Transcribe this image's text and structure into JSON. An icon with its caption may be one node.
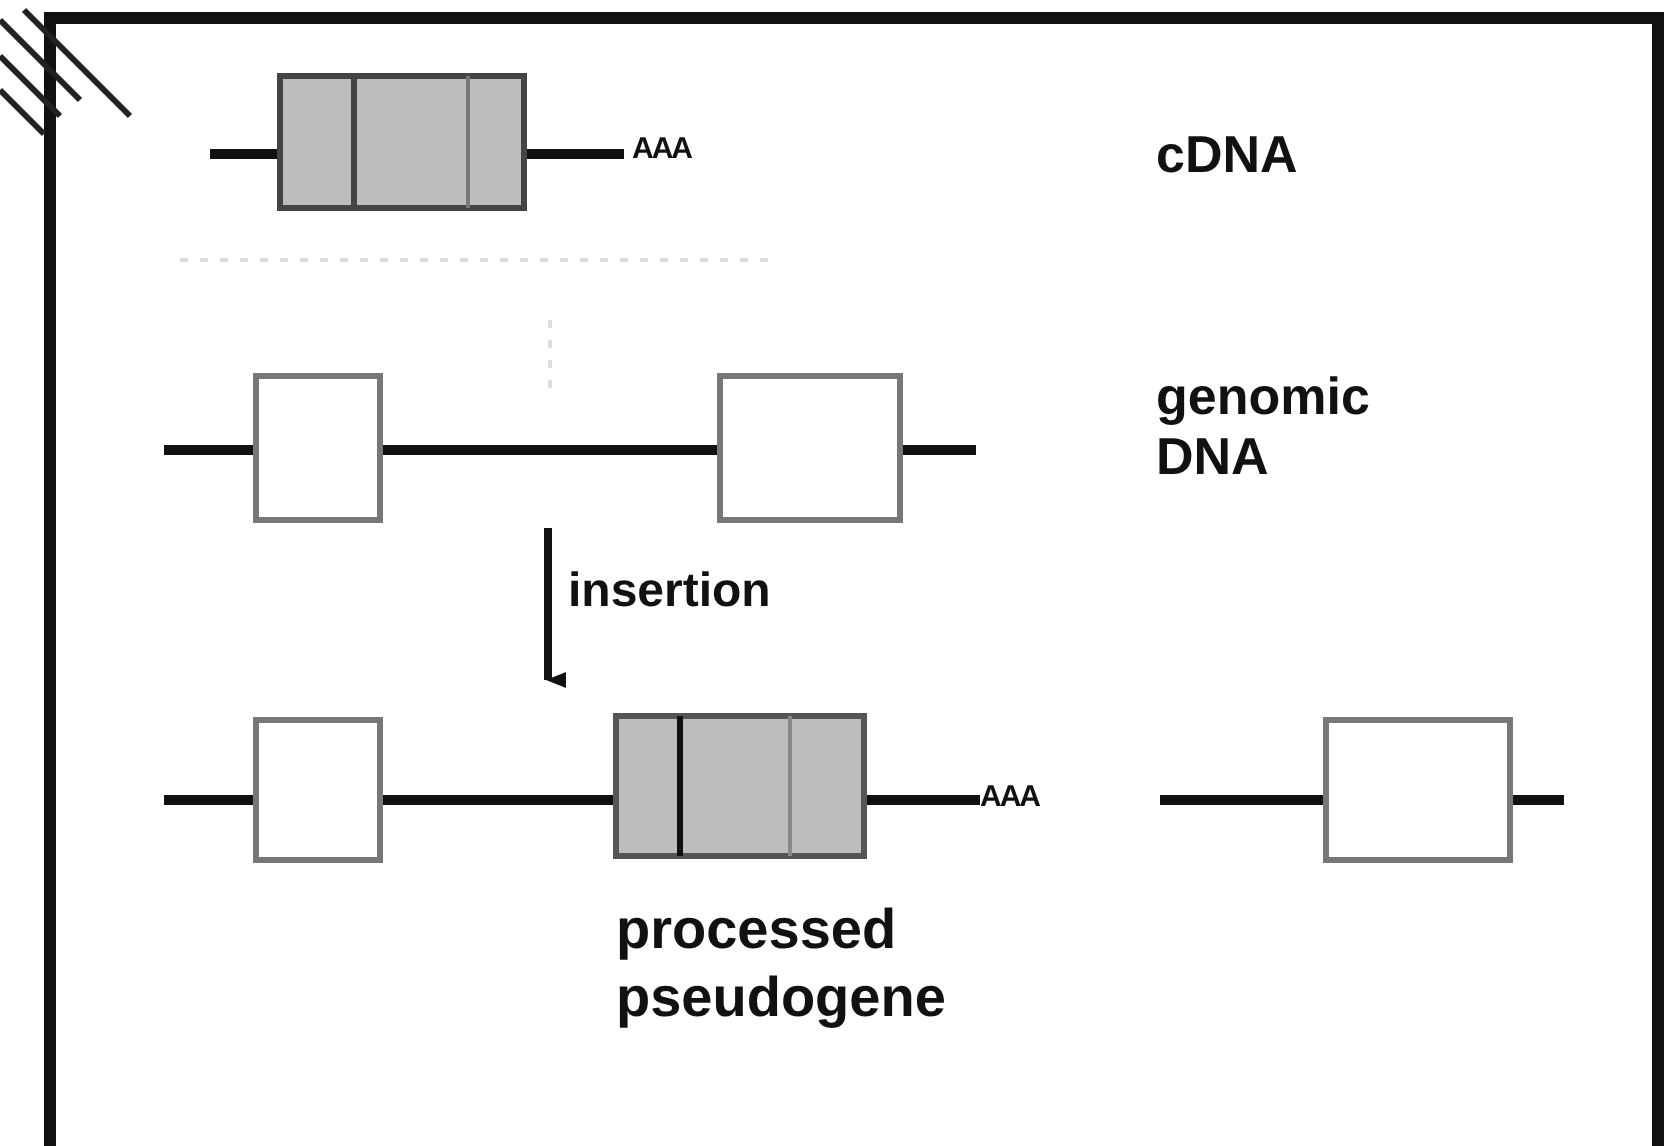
{
  "diagram": {
    "labels": [
      "AAA",
      "cDNA",
      "genomic DNA",
      "insertion",
      "AAA",
      "processed pseudogene"
    ]
  }
}
